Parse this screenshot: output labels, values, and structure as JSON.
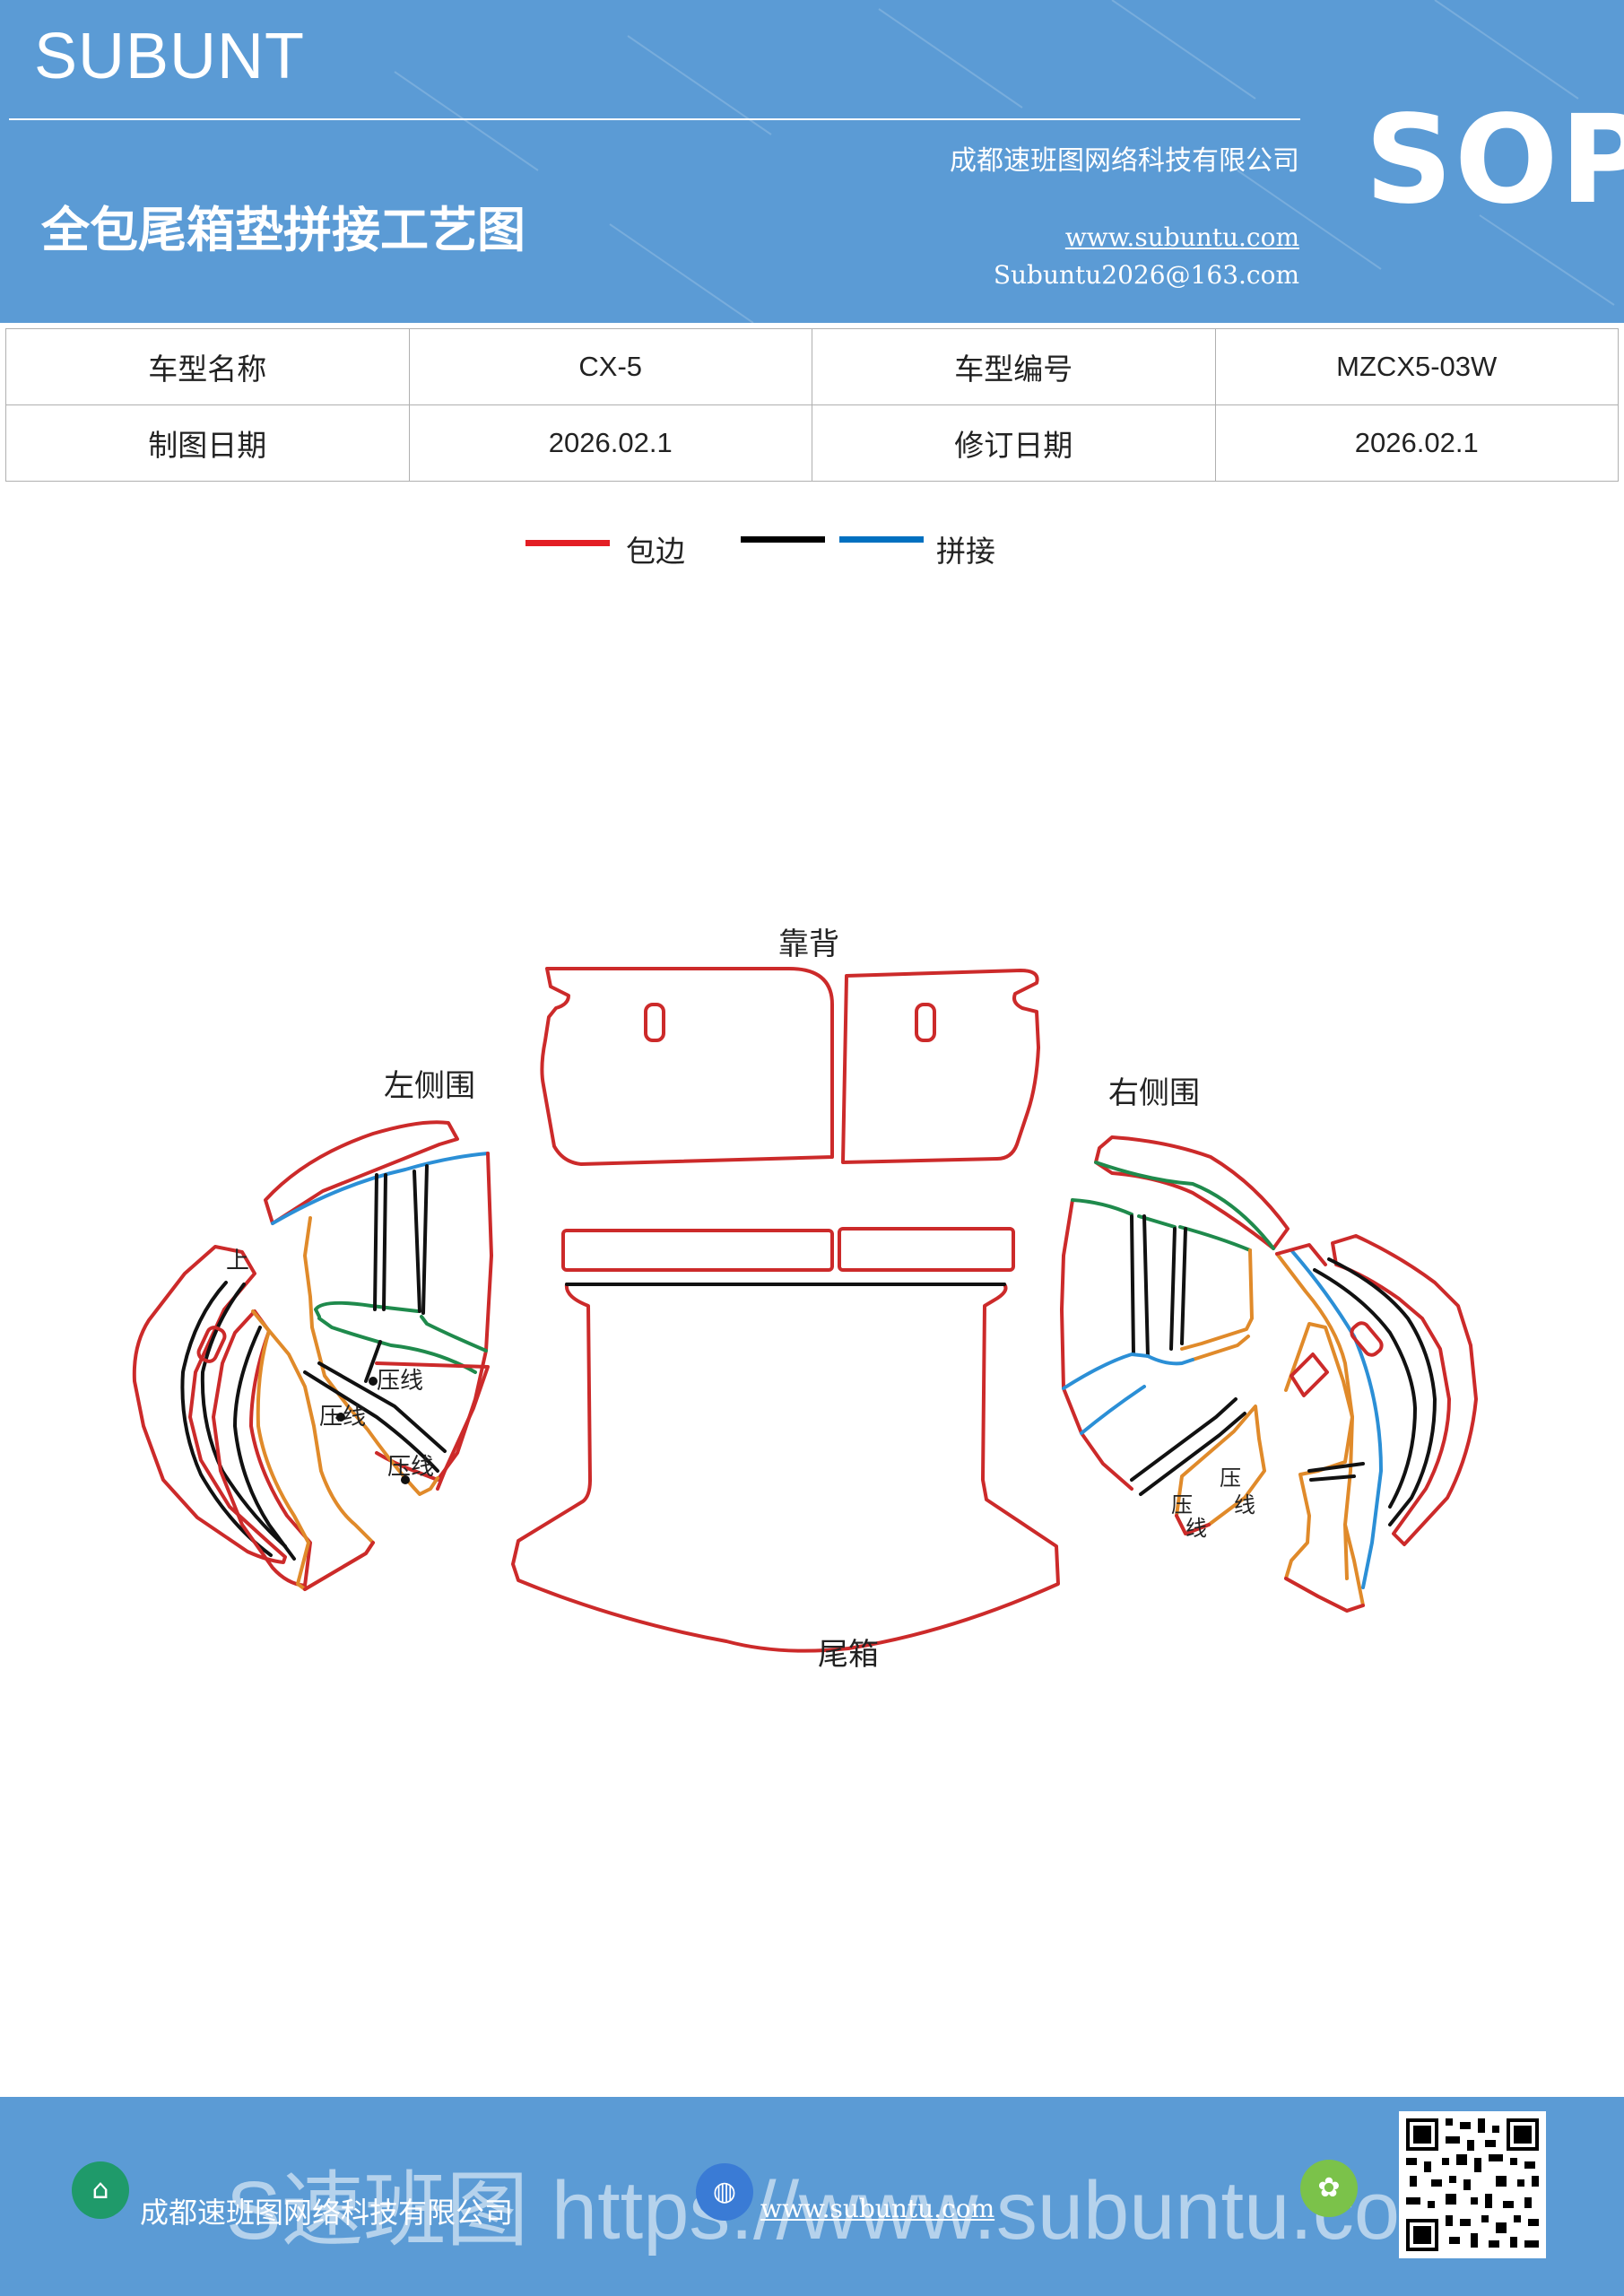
{
  "header": {
    "brand": "SUBUNT",
    "title": "全包尾箱垫拼接工艺图",
    "company": "成都速班图网络科技有限公司",
    "website": "www.subuntu.com",
    "email": "Subuntu2026@163.com",
    "badge": "SOP"
  },
  "info_table": {
    "rows": [
      [
        "车型名称",
        "CX-5",
        "车型编号",
        "MZCX5-03W"
      ],
      [
        "制图日期",
        "2026.02.1",
        "修订日期",
        "2026.02.1"
      ]
    ]
  },
  "legend": {
    "items": [
      {
        "color": "#e31e24",
        "label": "包边"
      },
      {
        "color": "#000000",
        "label": ""
      },
      {
        "color": "#0070c0",
        "label": "拼接"
      }
    ]
  },
  "diagram": {
    "backrest_label": "靠背",
    "trunk_label": "尾箱",
    "left_label": "左侧围",
    "right_label": "右侧围",
    "up_mark": "上",
    "press_line": "压线",
    "press_line_v1": "压",
    "press_line_v2": "线",
    "colors": {
      "edge": "#cc2a2a",
      "seam_black": "#111111",
      "seam_blue": "#2b8fd6",
      "seam_green": "#1f8a4c",
      "seam_orange": "#e08a2a"
    }
  },
  "footer": {
    "company": "成都速班图网络科技有限公司",
    "url": "www.subuntu.com",
    "watermark": "S速班图 https://www.subuntu.com"
  }
}
